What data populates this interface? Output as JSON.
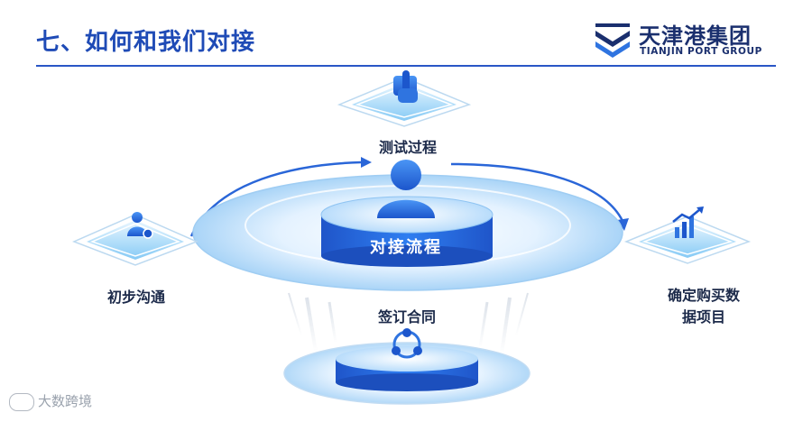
{
  "header": {
    "title": "七、如何和我们对接"
  },
  "logo": {
    "name_cn": "天津港集团",
    "name_en": "TIANJIN PORT GROUP",
    "brand_color": "#1a2f6e",
    "accent_color": "#2f74e0"
  },
  "diagram": {
    "center_label": "对接流程",
    "steps": [
      {
        "label": "测试过程",
        "icon": "touch-hand-icon"
      },
      {
        "label": "初步沟通",
        "icon": "user-gear-icon"
      },
      {
        "label": "确定购买数据项目",
        "label_lines": [
          "确定购买数",
          "据项目"
        ],
        "icon": "bar-chart-growth-icon"
      },
      {
        "label": "签订合同",
        "icon": "team-cycle-icon"
      }
    ],
    "center_icon": "user-icon"
  },
  "watermark": {
    "text": "大数跨境"
  },
  "colors": {
    "primary_blue": "#1f4bb6",
    "platform_blue": "#2a6fe0",
    "platform_light": "#dbeeff",
    "text_dark": "#1c2a4a"
  }
}
